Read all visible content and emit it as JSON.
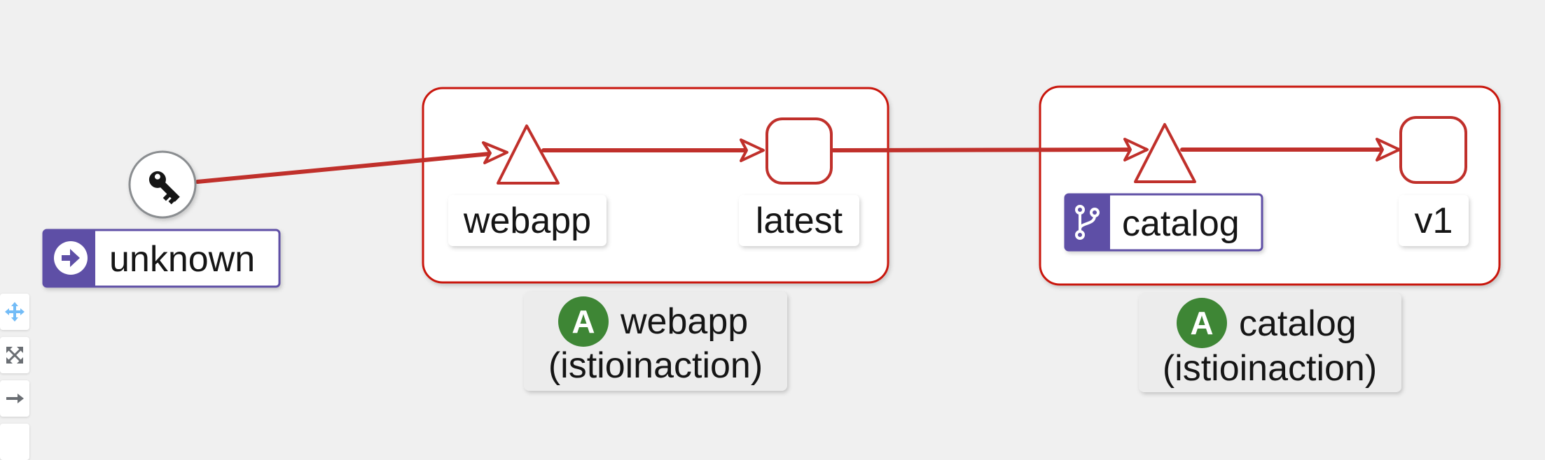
{
  "colors": {
    "background": "#f0f0f0",
    "edge": "#c0302b",
    "box_border": "#c9190b",
    "badge_purple": "#5e4fa6",
    "badge_green": "#3e8635",
    "label_bg": "#ffffff",
    "group_label_bg": "#ececec"
  },
  "nodes": {
    "unknown": {
      "label": "unknown",
      "icon": "key-icon",
      "badge_icon": "arrow-right-circle-icon"
    },
    "webapp_service": {
      "label": "webapp",
      "shape": "triangle"
    },
    "webapp_version": {
      "label": "latest",
      "shape": "square"
    },
    "catalog_service": {
      "label": "catalog",
      "shape": "triangle",
      "badge_icon": "virtual-service-branch-icon"
    },
    "catalog_version": {
      "label": "v1",
      "shape": "square"
    }
  },
  "apps": [
    {
      "badge": "A",
      "name": "webapp",
      "namespace": "(istioinaction)"
    },
    {
      "badge": "A",
      "name": "catalog",
      "namespace": "(istioinaction)"
    }
  ],
  "edges": [
    {
      "from": "unknown",
      "to": "webapp"
    },
    {
      "from": "webapp",
      "to": "latest"
    },
    {
      "from": "latest",
      "to": "catalog"
    },
    {
      "from": "catalog",
      "to": "v1"
    }
  ],
  "toolbar": {
    "pan_icon": "move-icon",
    "fit_icon": "expand-icon",
    "layout_icon": "arrow-right-icon"
  }
}
